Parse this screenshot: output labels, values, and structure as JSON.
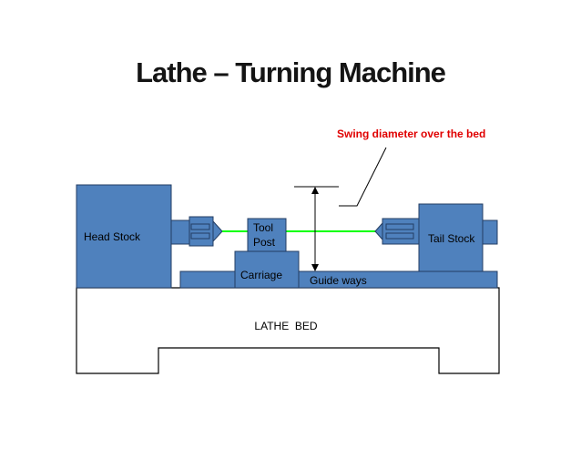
{
  "title": "Lathe – Turning Machine",
  "annotation": "Swing diameter over the bed",
  "labels": {
    "head_stock": "Head Stock",
    "tool_post_line1": "Tool",
    "tool_post_line2": "Post",
    "carriage": "Carriage",
    "guide_ways": "Guide ways",
    "tail_stock": "Tail Stock",
    "lathe_bed": "LATHE  BED"
  },
  "colors": {
    "component_fill": "#4f81bd",
    "component_stroke": "#233d63",
    "workpiece": "#00ff00",
    "annotation": "#e00000",
    "outline": "#000000"
  }
}
